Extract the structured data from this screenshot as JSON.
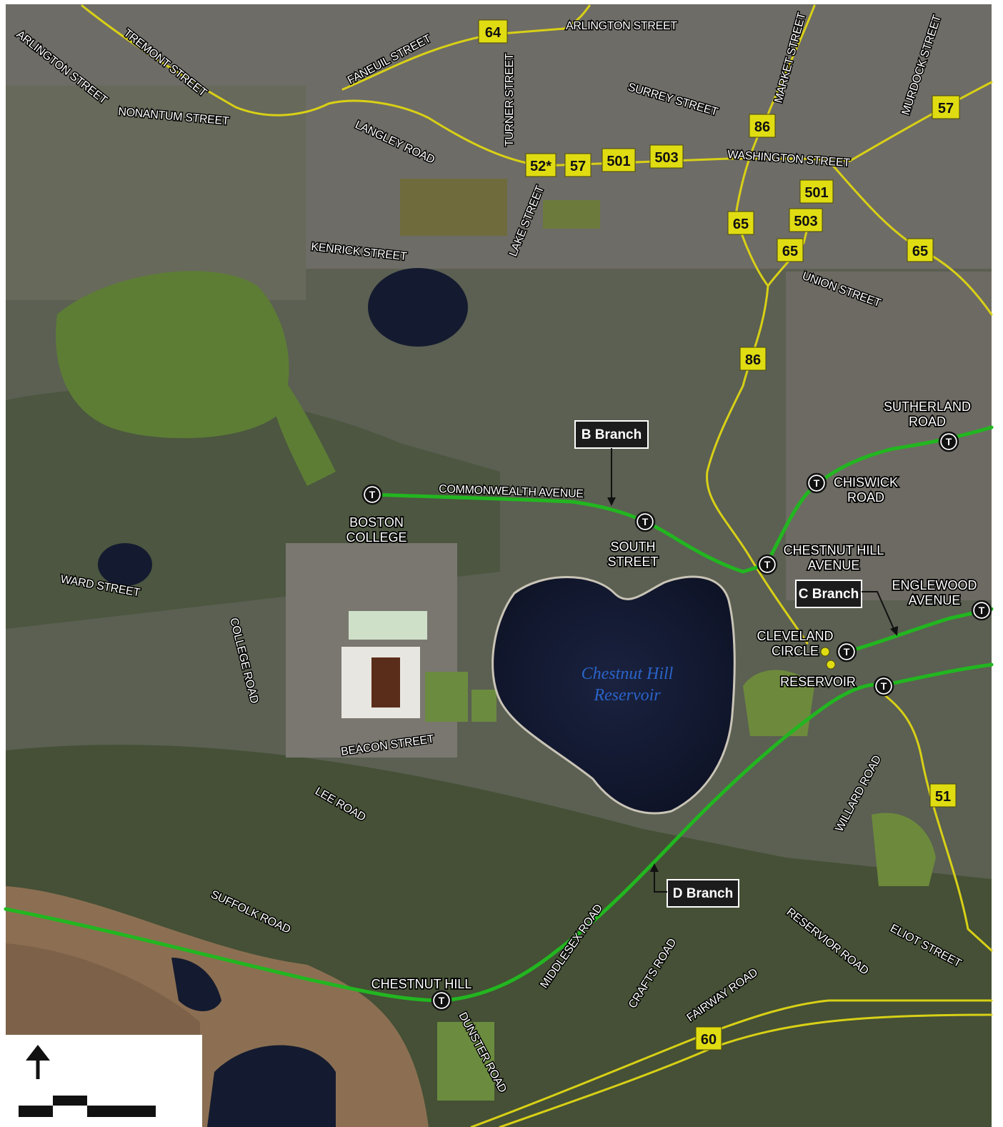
{
  "water_label": [
    "Chestnut Hill",
    "Reservoir"
  ],
  "streets": {
    "arlington_street_w": "ARLINGTON STREET",
    "tremont_street": "TREMONT STREET",
    "faneuil_street": "FANEUIL STREET",
    "turner_street": "TURNER STREET",
    "arlington_street_e": "ARLINGTON STREET",
    "market_street": "MARKET STREET",
    "murdock_street": "MURDOCK STREET",
    "surrey_street": "SURREY STREET",
    "nonantum_street": "NONANTUM STREET",
    "langley_road": "LANGLEY ROAD",
    "washington_street": "WASHINGTON STREET",
    "lake_street": "LAKE STREET",
    "kenrick_street": "KENRICK STREET",
    "union_street": "UNION STREET",
    "commonwealth_avenue": "COMMONWEALTH AVENUE",
    "ward_street": "WARD STREET",
    "college_road": "COLLEGE ROAD",
    "beacon_street": "BEACON STREET",
    "lee_road": "LEE ROAD",
    "willard_road": "WILLARD ROAD",
    "suffolk_road": "SUFFOLK ROAD",
    "reservior_road": "RESERVIOR ROAD",
    "eliot_street": "ELIOT STREET",
    "middlesex_road": "MIDDLESEX ROAD",
    "crafts_road": "CRAFTS ROAD",
    "fairway_road": "FAIRWAY ROAD",
    "dunster_road": "DUNSTER ROAD"
  },
  "stops": {
    "sutherland_road": [
      "SUTHERLAND",
      "ROAD"
    ],
    "chiswick_road": [
      "CHISWICK",
      "ROAD"
    ],
    "boston_college": [
      "BOSTON",
      "COLLEGE"
    ],
    "south_street": [
      "SOUTH",
      "STREET"
    ],
    "chestnut_hill_avenue": [
      "CHESTNUT HILL",
      "AVENUE"
    ],
    "englewood_avenue": [
      "ENGLEWOOD",
      "AVENUE"
    ],
    "cleveland_circle": [
      "CLEVELAND",
      "CIRCLE"
    ],
    "reservoir": "RESERVOIR",
    "chestnut_hill": "CHESTNUT HILL"
  },
  "transit_symbol": "T",
  "branches": {
    "b": "B Branch",
    "c": "C Branch",
    "d": "D Branch"
  },
  "bus_routes": {
    "r64": "64",
    "r52": "52*",
    "r57a": "57",
    "r501a": "501",
    "r503a": "503",
    "r86a": "86",
    "r57b": "57",
    "r501b": "501",
    "r503b": "503",
    "r65a": "65",
    "r65b": "65",
    "r65c": "65",
    "r86b": "86",
    "r51": "51",
    "r60": "60"
  },
  "colors": {
    "green_line": "#22b620",
    "bus_route": "#d8d016",
    "route_box": "#e0dc12",
    "water": "#141b30",
    "water_label": "#2a64c8"
  },
  "icons": {
    "north_arrow": "north-arrow-icon",
    "scale_bar": "scale-bar-icon",
    "transit_stop": "transit-t-icon"
  }
}
